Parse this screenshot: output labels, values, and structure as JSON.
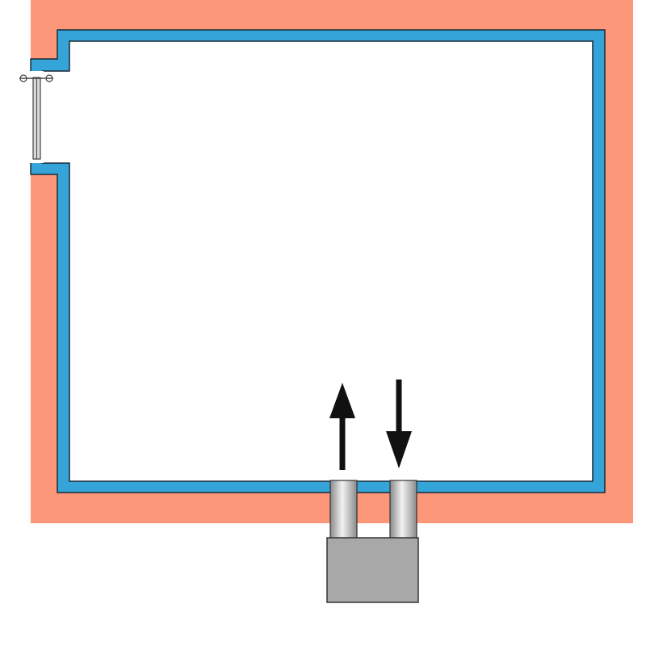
{
  "diagram": {
    "colors": {
      "background": "#ffffff",
      "outer_wall": "#fc977a",
      "insulation_lining": "#35a4d9",
      "lining_outline": "#1a2a35",
      "interior": "#ffffff",
      "unit_body": "#a8a8a8",
      "unit_outline": "#333333",
      "pipe_light": "#f2f2f2",
      "pipe_dark": "#8a8a8a",
      "arrow": "#111111",
      "door_frame": "#d9d9d9"
    },
    "components": {
      "room": "room-enclosure",
      "door": "door-on-left-wall",
      "unit": "external-unit-below-floor",
      "pipes": [
        "outflow-pipe",
        "return-pipe"
      ]
    },
    "flow_arrows": [
      {
        "pipe": "left",
        "direction": "up"
      },
      {
        "pipe": "right",
        "direction": "down"
      }
    ]
  }
}
